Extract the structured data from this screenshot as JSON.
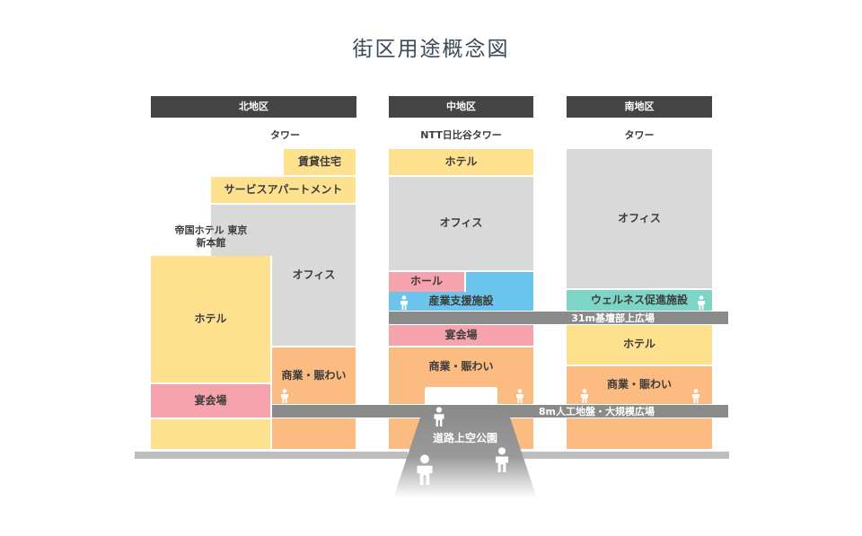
{
  "title": "街区用途概念図",
  "north": {
    "header": "北地区",
    "tower": "タワー",
    "rental": "賃貸住宅",
    "serviced": "サービスアパートメント",
    "office": "オフィス",
    "imperial": "帝国ホテル 東京\n新本館",
    "hotel": "ホテル",
    "banquet": "宴会場",
    "commerce": "商業・賑わい"
  },
  "center": {
    "header": "中地区",
    "tower": "NTT日比谷タワー",
    "hotel": "ホテル",
    "office": "オフィス",
    "hall": "ホール",
    "industry": "産業支援施設",
    "banquet": "宴会場",
    "commerce": "商業・賑わい"
  },
  "south": {
    "header": "南地区",
    "tower": "タワー",
    "office": "オフィス",
    "wellness": "ウェルネス促進施設",
    "hotel": "ホテル",
    "commerce": "商業・賑わい"
  },
  "decks": {
    "plaza31": "31m基壇部上広場",
    "deck8": "8m人工地盤・大規模広場"
  },
  "park": "道路上空公園",
  "icons": [
    "person-icon"
  ],
  "colors": {
    "residential": "#fde18f",
    "office": "#d9d9d9",
    "commercial": "#fcbb80",
    "banquet": "#f7a3ae",
    "industry": "#6bc4eb",
    "wellness": "#7dd5c5",
    "header": "#444444"
  }
}
